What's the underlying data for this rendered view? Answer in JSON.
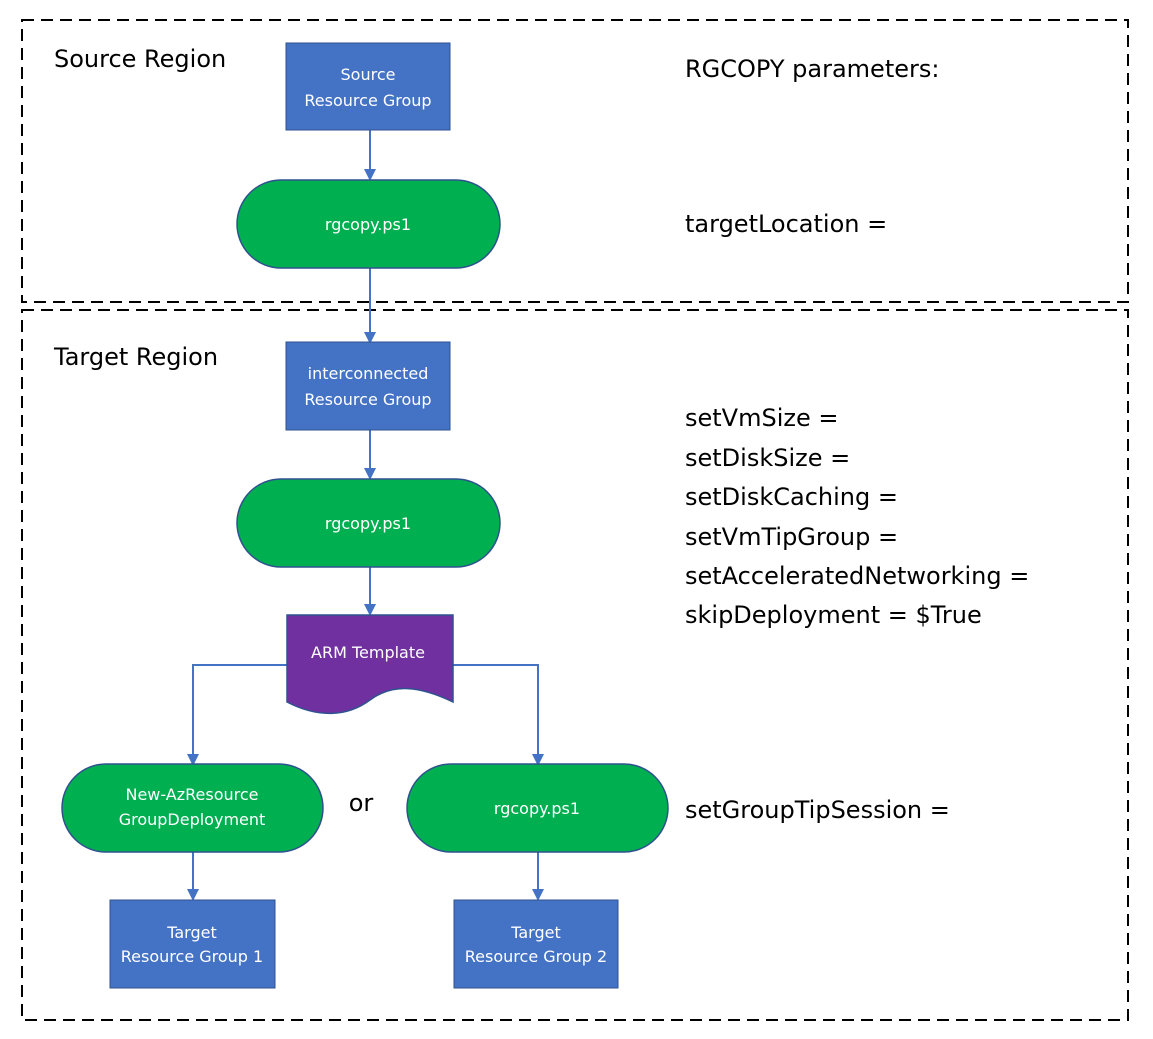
{
  "regions": {
    "source": {
      "label": "Source Region"
    },
    "target": {
      "label": "Target Region"
    }
  },
  "nodes": {
    "source_rg": {
      "line1": "Source",
      "line2": "Resource Group"
    },
    "rgcopy_source": {
      "label": "rgcopy.ps1"
    },
    "interconnected_rg": {
      "line1": "interconnected",
      "line2": "Resource Group"
    },
    "rgcopy_target": {
      "label": "rgcopy.ps1"
    },
    "arm_template": {
      "label": "ARM Template"
    },
    "new_az_deploy": {
      "line1": "New-AzResource",
      "line2": "GroupDeployment"
    },
    "rgcopy_deploy": {
      "label": "rgcopy.ps1"
    },
    "target_rg1": {
      "line1": "Target",
      "line2": "Resource Group 1"
    },
    "target_rg2": {
      "line1": "Target",
      "line2": "Resource Group 2"
    }
  },
  "or_label": "or",
  "parameters": {
    "title": "RGCOPY parameters:",
    "target_location": "targetLocation =",
    "target_list": [
      "setVmSize =",
      "setDiskSize =",
      "setDiskCaching =",
      "setVmTipGroup =",
      "setAcceleratedNetworking =",
      "skipDeployment = $True"
    ],
    "group_tip_session": "setGroupTipSession ="
  },
  "colors": {
    "process_blue": "#4472C4",
    "terminal_green": "#00B050",
    "document_purple": "#7030A0",
    "arrow": "#4472C4",
    "border_dash": "#000000"
  }
}
